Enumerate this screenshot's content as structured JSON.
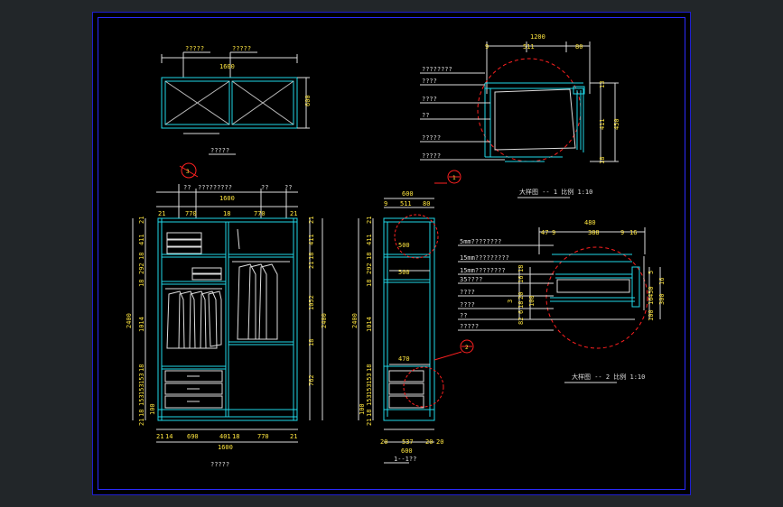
{
  "plan": {
    "note_left": "?????",
    "note_right": "?????",
    "width": "1600",
    "depth": "600",
    "caption": "?????"
  },
  "front": {
    "callout": "3",
    "top_notes": [
      "??",
      "?????????",
      "??",
      "??"
    ],
    "overall_width": "1600",
    "top_dims": [
      "21",
      "770",
      "18",
      "770",
      "21"
    ],
    "bottom_dims": [
      "21",
      "14",
      "690",
      "401",
      "18",
      "770",
      "21"
    ],
    "bottom_total": "1600",
    "left_total": "2400",
    "left_chain": [
      "21",
      "411",
      "18",
      "292",
      "18",
      "1014",
      "18",
      "153",
      "153",
      "153",
      "100",
      "18",
      "21"
    ],
    "right_chain": [
      "21",
      "411",
      "18",
      "21",
      "1052",
      "18",
      "762"
    ],
    "right_total": "2400",
    "caption": "?????"
  },
  "section": {
    "overall_depth": "600",
    "top_dims": [
      "9",
      "511",
      "80"
    ],
    "inner_a": "500",
    "inner_b": "500",
    "drawer_depth": "470",
    "bottom_dims": [
      "20",
      "537",
      "20",
      "20"
    ],
    "bottom_total": "600",
    "left_total": "2400",
    "left_chain": [
      "21",
      "411",
      "18",
      "292",
      "18",
      "1014",
      "18",
      "153",
      "153",
      "153",
      "100",
      "18",
      "21"
    ],
    "caption": "1--1??",
    "callout_1": "1",
    "callout_2": "2"
  },
  "detail1": {
    "overall": "1200",
    "top_dims": [
      "9",
      "511",
      "80"
    ],
    "labels": [
      "????????",
      "????",
      "????",
      "??",
      "?????",
      "?????"
    ],
    "right_dims": [
      "13",
      "411",
      "450",
      "18"
    ],
    "caption": "大样图 -- 1  比例 1:10"
  },
  "detail2": {
    "overall": "480",
    "top_dims": [
      "47",
      "9",
      "388",
      "9",
      "16"
    ],
    "labels": [
      "5mm????????",
      "15mm?????????",
      "15mm????????",
      "35????",
      "????",
      "????",
      "??",
      "?????"
    ],
    "left_dims": [
      "18",
      "16",
      "100",
      "20",
      "18",
      "6",
      "3",
      "82"
    ],
    "right_dims": [
      "5",
      "450",
      "16",
      "100",
      "300",
      "16"
    ],
    "caption": "大样图 -- 2  比例 1:10"
  }
}
